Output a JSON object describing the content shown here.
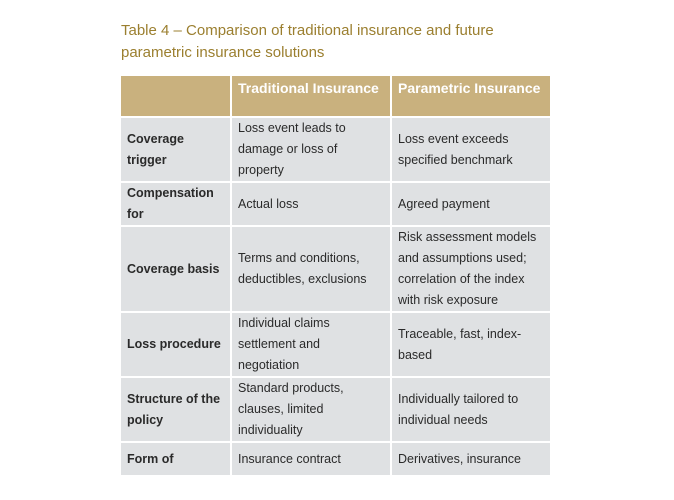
{
  "caption": "Table 4 – Comparison of traditional insurance and future parametric insurance solutions",
  "table": {
    "headers": [
      "",
      "Traditional Insurance",
      "Parametric Insurance"
    ],
    "rows": [
      {
        "label": "Coverage trigger",
        "traditional": "Loss event leads to damage or loss of property",
        "parametric": "Loss event exceeds specified benchmark"
      },
      {
        "label": "Compensation for",
        "traditional": "Actual loss",
        "parametric": "Agreed payment"
      },
      {
        "label": "Coverage basis",
        "traditional": "Terms and conditions, deductibles, exclusions",
        "parametric": "Risk assessment models and assumptions used; correlation of the index with risk exposure"
      },
      {
        "label": "Loss procedure",
        "traditional": "Individual claims settlement and negotiation",
        "parametric": "Traceable, fast, index-based"
      },
      {
        "label": "Structure of the policy",
        "traditional": "Standard products, clauses, limited individuality",
        "parametric": "Individually tailored to individual needs"
      },
      {
        "label": "Form of",
        "traditional": "Insurance contract",
        "parametric": "Derivatives, insurance"
      }
    ]
  }
}
